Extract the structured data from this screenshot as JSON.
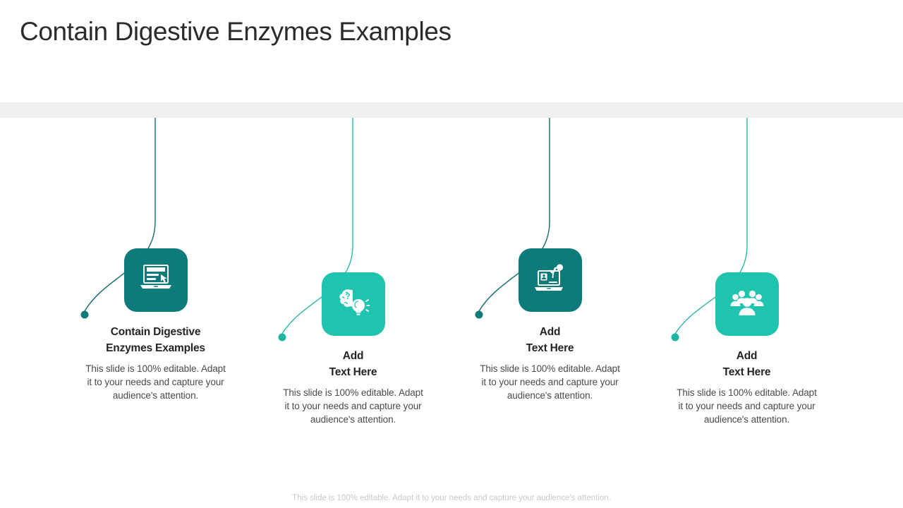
{
  "slide": {
    "title": "Contain Digestive Enzymes Examples",
    "background_color": "#ffffff",
    "band_color": "#f0f0f0",
    "accent_dark": "#0d7b79",
    "accent_light": "#1fc4ae",
    "heading_color": "#242424",
    "body_color": "#4a4a4a"
  },
  "items": [
    {
      "heading": "Contain Digestive\nEnzymes Examples",
      "body": "This slide is 100% editable. Adapt it to your needs and capture your audience's attention.",
      "icon": "laptop-quiz-icon",
      "tile_color": "#0d7b79",
      "connector_color": "#146b68"
    },
    {
      "heading": "Add\nText Here",
      "body": "This slide is 100% editable. Adapt it to your needs and capture your audience's attention.",
      "icon": "brain-lightbulb-question-icon",
      "tile_color": "#1fc4ae",
      "connector_color": "#2ab8a8"
    },
    {
      "heading": "Add\nText Here",
      "body": "This slide is 100% editable. Adapt it to your needs and capture your audience's attention.",
      "icon": "laptop-plant-growth-icon",
      "tile_color": "#0d7b79",
      "connector_color": "#146b68"
    },
    {
      "heading": "Add\nText Here",
      "body": "This slide is 100% editable. Adapt it to your needs and capture your audience's attention.",
      "icon": "team-group-icon",
      "tile_color": "#1fc4ae",
      "connector_color": "#2ab8a8"
    }
  ],
  "footer": {
    "note": "This slide is 100% editable. Adapt it to your needs and capture your audience's attention."
  }
}
